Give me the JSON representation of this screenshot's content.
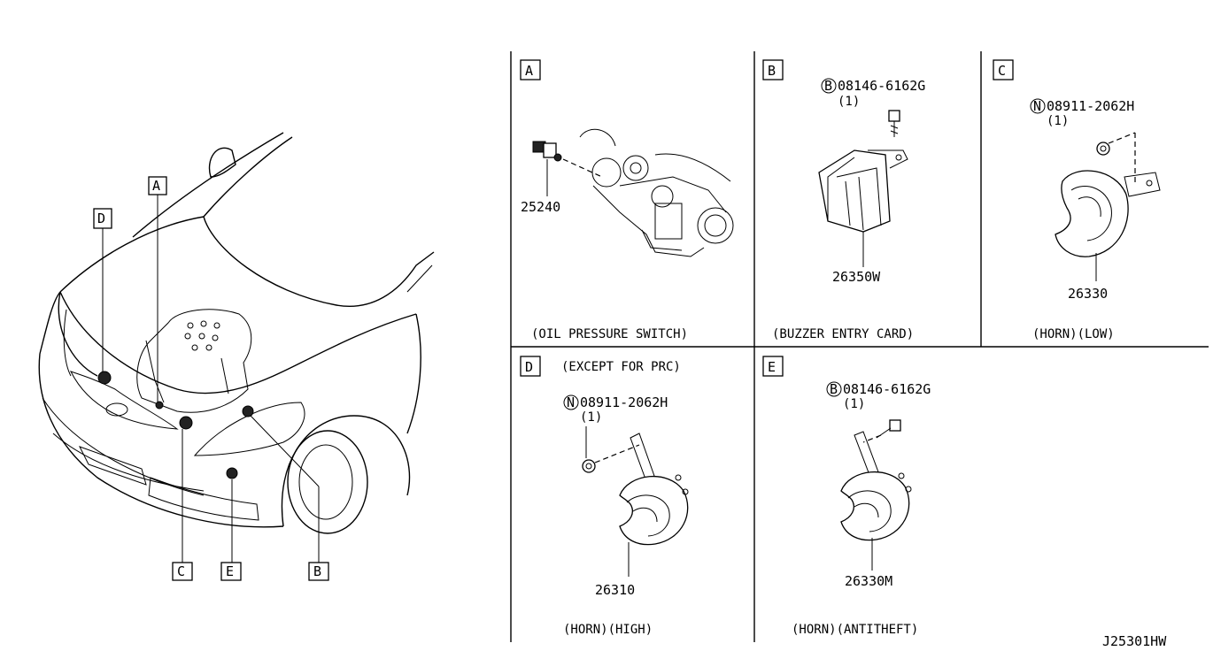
{
  "diagram_code": "J25301HW",
  "overview": {
    "callouts": [
      {
        "letter": "A"
      },
      {
        "letter": "D"
      },
      {
        "letter": "C"
      },
      {
        "letter": "E"
      },
      {
        "letter": "B"
      }
    ]
  },
  "panels": [
    {
      "letter": "A",
      "caption": "(OIL PRESSURE SWITCH)",
      "note": "",
      "parts": [
        {
          "number": "25240"
        }
      ]
    },
    {
      "letter": "B",
      "caption": "(BUZZER ENTRY CARD)",
      "note": "",
      "fastener": {
        "symbol": "B",
        "code": "08146-6162G",
        "qty": "(1)"
      },
      "parts": [
        {
          "number": "26350W"
        }
      ]
    },
    {
      "letter": "C",
      "caption": "(HORN)(LOW)",
      "note": "",
      "fastener": {
        "symbol": "N",
        "code": "08911-2062H",
        "qty": "(1)"
      },
      "parts": [
        {
          "number": "26330"
        }
      ]
    },
    {
      "letter": "D",
      "caption": "(HORN)(HIGH)",
      "note": "(EXCEPT FOR PRC)",
      "fastener": {
        "symbol": "N",
        "code": "08911-2062H",
        "qty": "(1)"
      },
      "parts": [
        {
          "number": "26310"
        }
      ]
    },
    {
      "letter": "E",
      "caption": "(HORN)(ANTITHEFT)",
      "note": "",
      "fastener": {
        "symbol": "B",
        "code": "08146-6162G",
        "qty": "(1)"
      },
      "parts": [
        {
          "number": "26330M"
        }
      ]
    }
  ]
}
